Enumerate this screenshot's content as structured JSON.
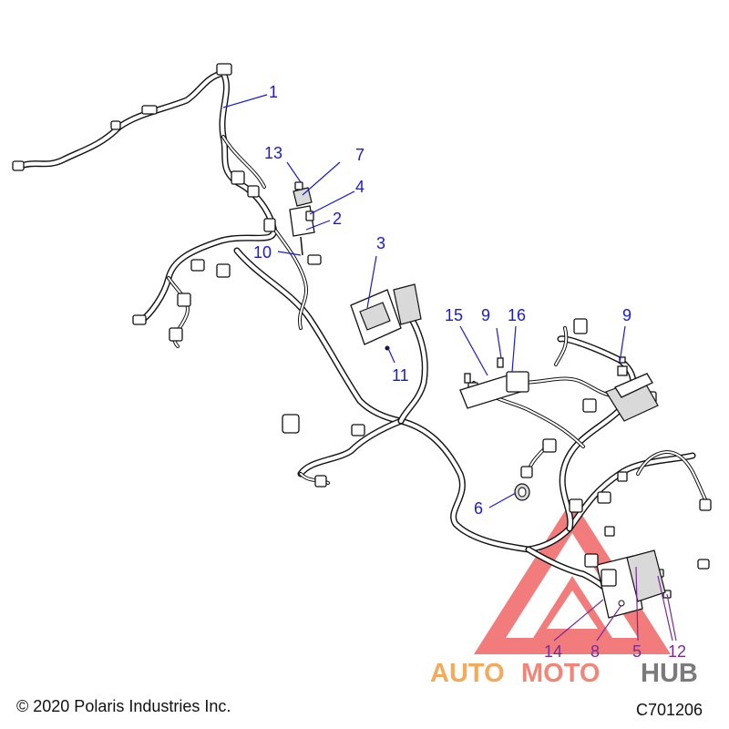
{
  "callouts": {
    "c1": "1",
    "c2": "2",
    "c3": "3",
    "c4": "4",
    "c5": "5",
    "c6": "6",
    "c7": "7",
    "c8": "8",
    "c9a": "9",
    "c9b": "9",
    "c10": "10",
    "c11": "11",
    "c12": "12",
    "c13": "13",
    "c14": "14",
    "c15": "15",
    "c16": "16"
  },
  "watermark": {
    "part1": "AUTO",
    "part2": "MOTO",
    "part3": "HUB",
    "colors": {
      "auto": "#f2a24a",
      "moto": "#f07a6a",
      "hub": "#6d6d6d",
      "triangle": "#ee5050"
    }
  },
  "footer": {
    "copyright": "© 2020 Polaris Industries Inc.",
    "drawing_number": "C701206"
  },
  "colors": {
    "callout_blue": "#1a1ad6",
    "callout_purple": "#7a2a9a"
  }
}
